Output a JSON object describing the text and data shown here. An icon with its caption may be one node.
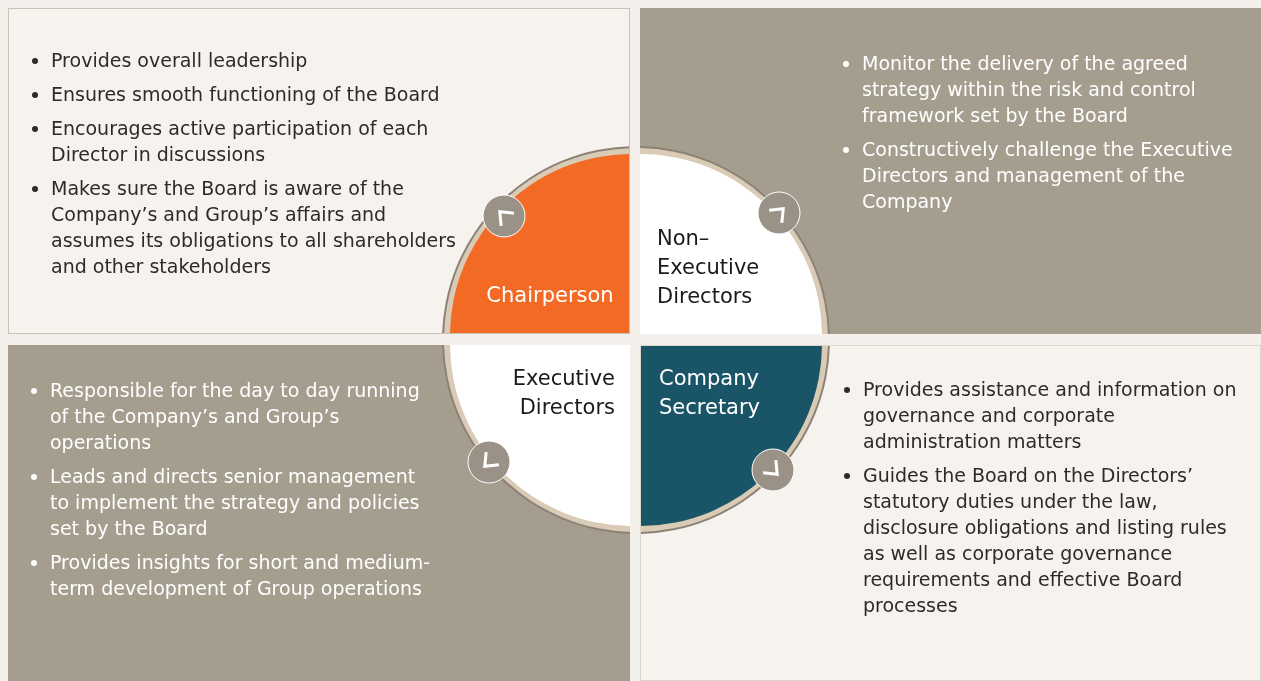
{
  "diagram": {
    "nodes": [
      {
        "text": [
          "Provides overall leadership",
          "Ensures smooth functioning of the Board",
          "Encourages active participation of each Director in discussions",
          "Makes sure the Board is aware of the Company’s and Group’s affairs and assumes its obligations to all shareholders and other stakeholders"
        ]
      },
      {
        "text": [
          "Monitor the delivery of the agreed strategy within the risk and control framework set by the Board",
          "Constructively challenge the Executive Directors and management of the Company"
        ]
      },
      {
        "text": [
          "Chairperson"
        ],
        "in": 0
      },
      {
        "text": [
          "Non–Executive Directors"
        ],
        "in": 1
      },
      {
        "text": [
          "Executive Directors"
        ],
        "in": 6
      },
      {
        "text": [
          "Company Secretary"
        ],
        "in": 7
      },
      {
        "text": [
          "Responsible for the day to day running of the Company’s and Group’s operations",
          "Leads and directs senior management to implement the strategy and policies set by the Board",
          "Provides insights for short and medium-term development of Group operations"
        ]
      },
      {
        "text": [
          "Provides assistance and information on governance and corporate administration matters",
          "Guides the Board on the Directors’ statutory duties under the law, disclosure obligations and listing rules as well as corporate governance requirements and effective Board processes"
        ]
      }
    ]
  }
}
